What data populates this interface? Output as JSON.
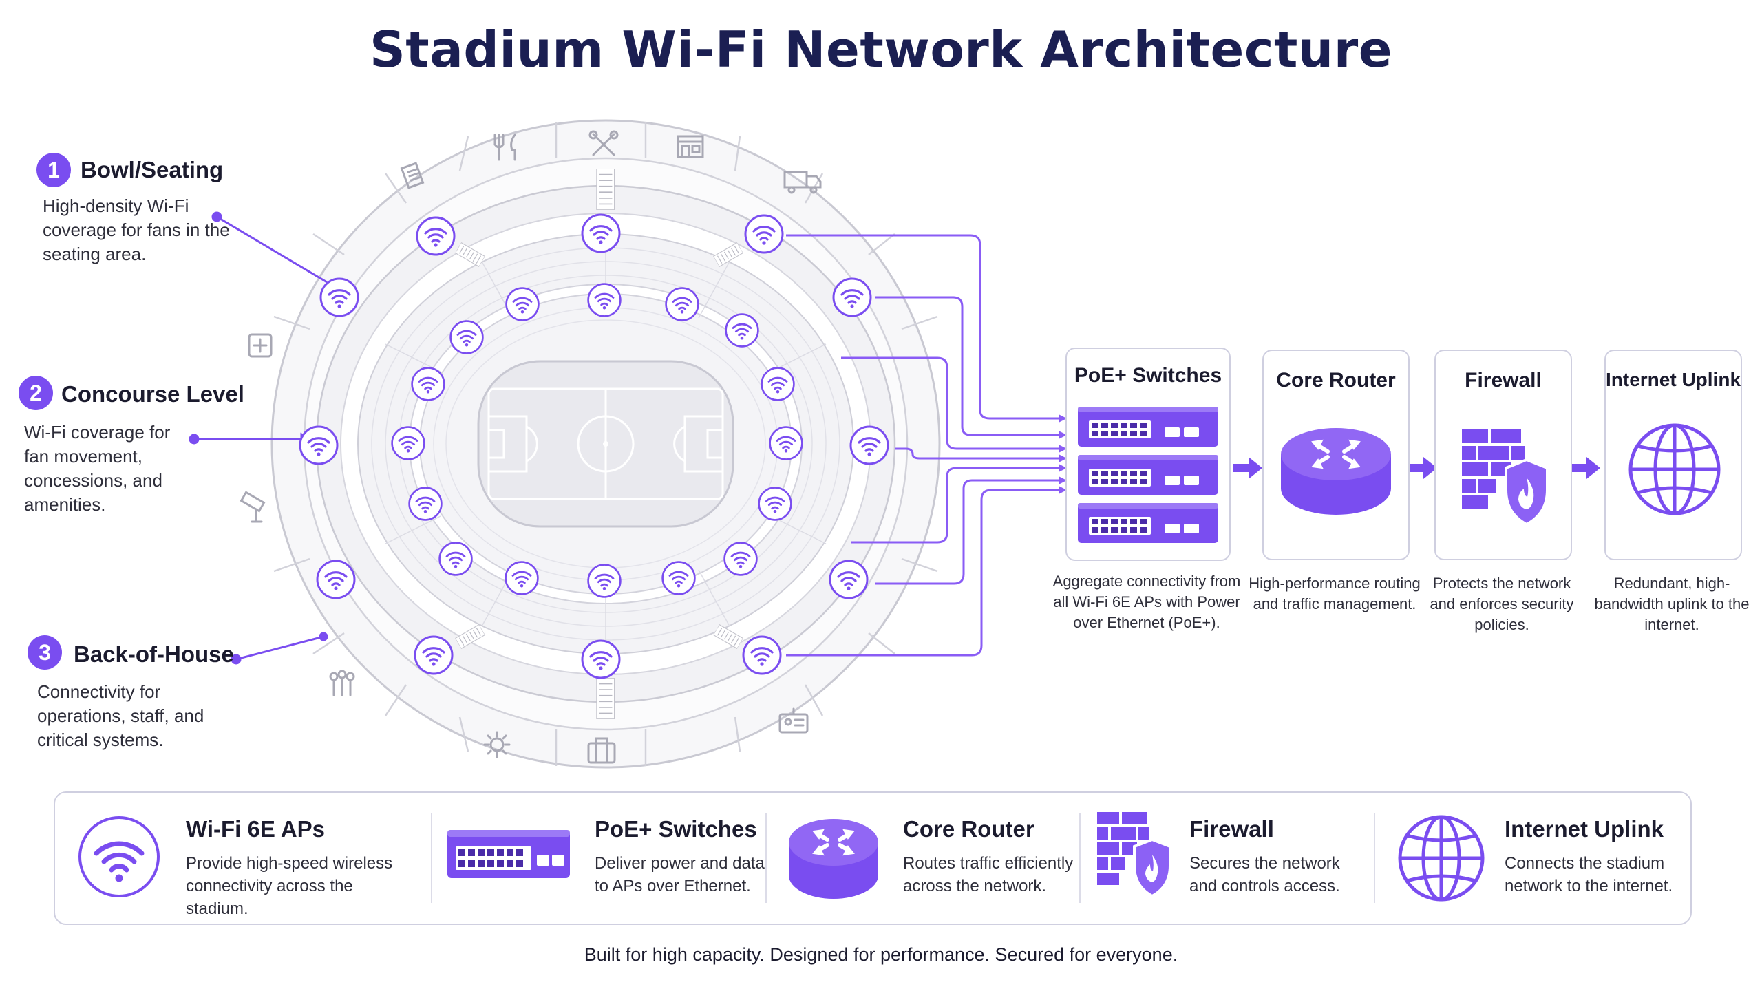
{
  "title": "Stadium Wi-Fi Network Architecture",
  "zones": [
    {
      "number": "1",
      "title": "Bowl/Seating",
      "description": "High-density Wi-Fi coverage for fans in the seating area."
    },
    {
      "number": "2",
      "title": "Concourse Level",
      "description": "Wi-Fi coverage for fan movement, concessions, and amenities."
    },
    {
      "number": "3",
      "title": "Back-of-House",
      "description": "Connectivity for operations, staff, and critical systems."
    }
  ],
  "flow": [
    {
      "title": "PoE+ Switches",
      "description": "Aggregate connectivity from all Wi-Fi 6E APs with Power over Ethernet (PoE+).",
      "icon": "switch-stack-icon"
    },
    {
      "title": "Core Router",
      "description": "High-performance routing and traffic management.",
      "icon": "router-icon"
    },
    {
      "title": "Firewall",
      "description": "Protects the network and enforces security policies.",
      "icon": "firewall-icon"
    },
    {
      "title": "Internet Uplink",
      "description": "Redundant, high-bandwidth uplink to the internet.",
      "icon": "globe-icon"
    }
  ],
  "legend": [
    {
      "title": "Wi-Fi 6E APs",
      "description": "Provide high-speed wireless connectivity across the stadium.",
      "icon": "wifi-icon"
    },
    {
      "title": "PoE+ Switches",
      "description": "Deliver power and data to APs over Ethernet.",
      "icon": "switch-icon"
    },
    {
      "title": "Core Router",
      "description": "Routes traffic efficiently across the network.",
      "icon": "router-icon"
    },
    {
      "title": "Firewall",
      "description": "Secures the network and controls access.",
      "icon": "firewall-icon"
    },
    {
      "title": "Internet Uplink",
      "description": "Connects the stadium network to the internet.",
      "icon": "globe-icon"
    }
  ],
  "stadium_icons": [
    "fork-knife-icon",
    "tools-icon",
    "storefront-icon",
    "truck-icon",
    "first-aid-icon",
    "security-camera-icon",
    "people-icon",
    "gear-icon",
    "briefcase-icon",
    "id-badge-icon",
    "stairs-icon"
  ],
  "tagline": "Built for high capacity. Designed for performance. Secured for everyone.",
  "colors": {
    "accent": "#7a4df0",
    "title": "#1b1f52",
    "line": "#8a5cf5"
  }
}
